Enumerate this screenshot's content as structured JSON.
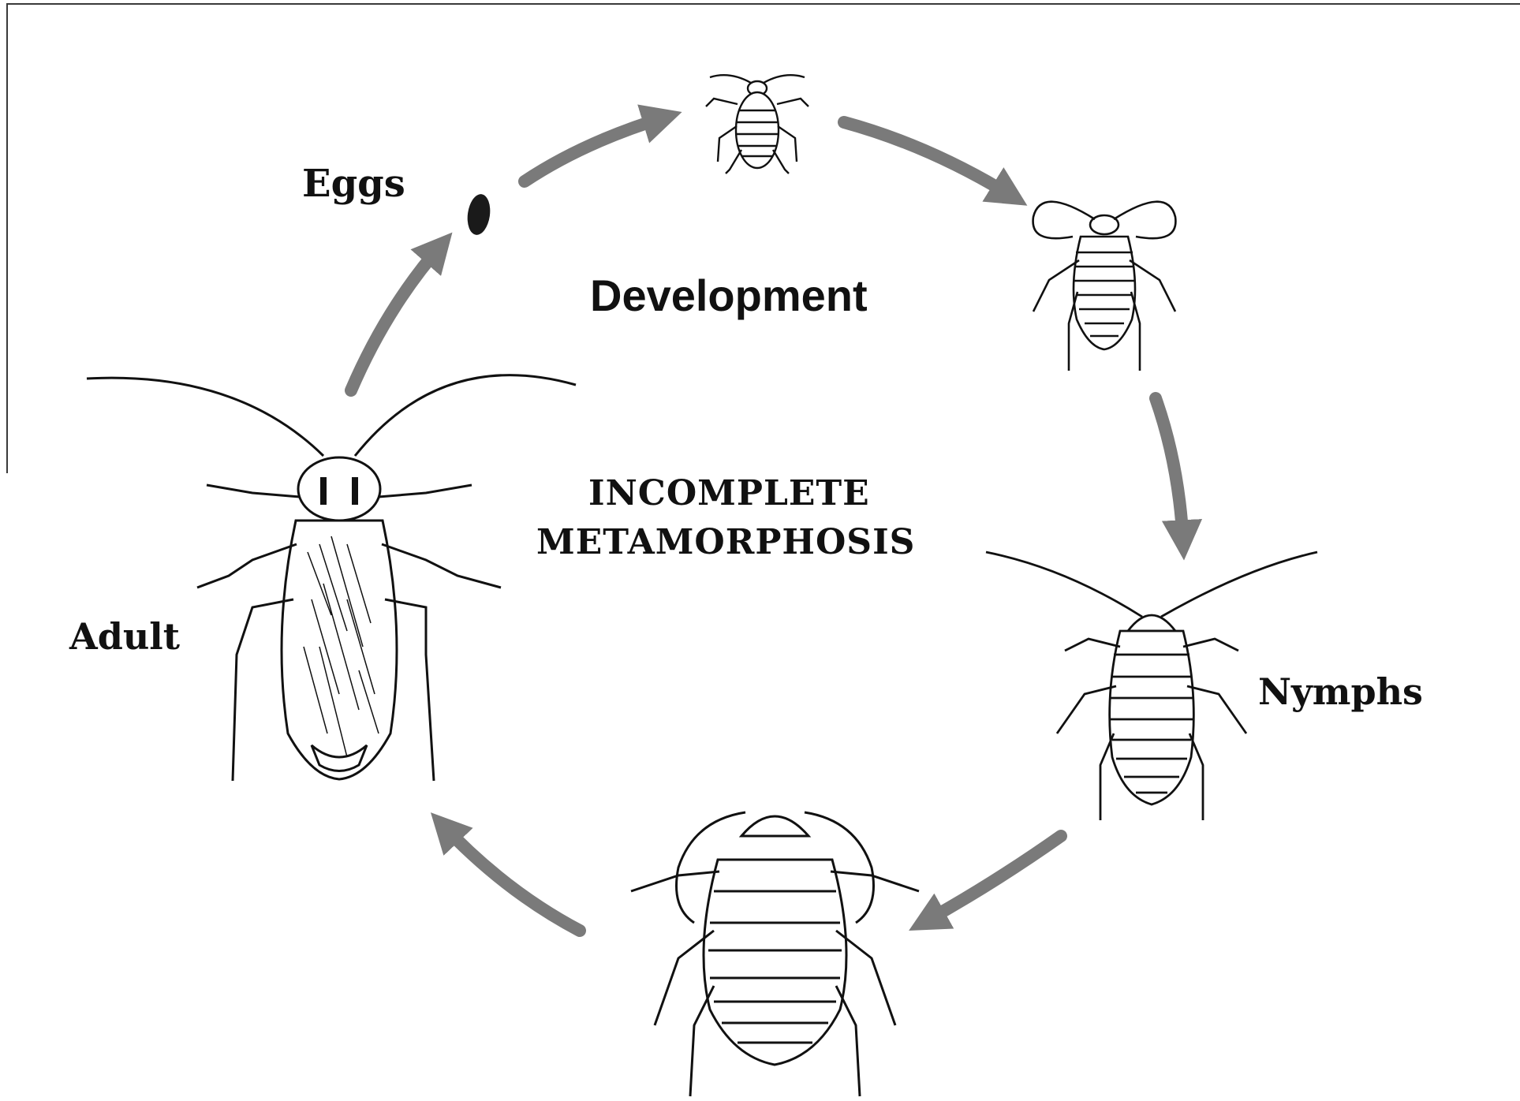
{
  "diagram": {
    "title": "Development",
    "center_label": {
      "line1": "INCOMPLETE",
      "line2": "METAMORPHOSIS"
    },
    "stages": {
      "eggs": "Eggs",
      "nymphs": "Nymphs",
      "adult": "Adult"
    },
    "colors": {
      "arrow": "#7a7a7a",
      "ink": "#111111",
      "background": "#ffffff"
    }
  }
}
